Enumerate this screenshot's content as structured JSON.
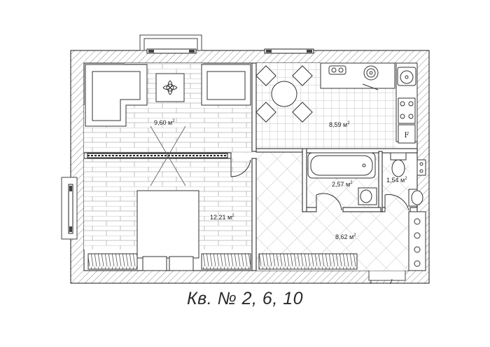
{
  "caption": "Кв. № 2, 6, 10",
  "rooms": [
    {
      "id": "living",
      "area": "9,60",
      "unit": "м",
      "exp": "2"
    },
    {
      "id": "kitchen",
      "area": "8,59",
      "unit": "м",
      "exp": "2"
    },
    {
      "id": "bedroom",
      "area": "12,21",
      "unit": "м",
      "exp": "2"
    },
    {
      "id": "bathroom",
      "area": "2,57",
      "unit": "м",
      "exp": "2"
    },
    {
      "id": "toilet",
      "area": "1,54",
      "unit": "м",
      "exp": "2"
    },
    {
      "id": "hall",
      "area": "8,62",
      "unit": "м",
      "exp": "2"
    }
  ],
  "fridge_letter": "F",
  "colors": {
    "wall": "#1a1a1a",
    "line": "#333333",
    "floor": "#9a9a9a",
    "hatch": "#777777"
  }
}
